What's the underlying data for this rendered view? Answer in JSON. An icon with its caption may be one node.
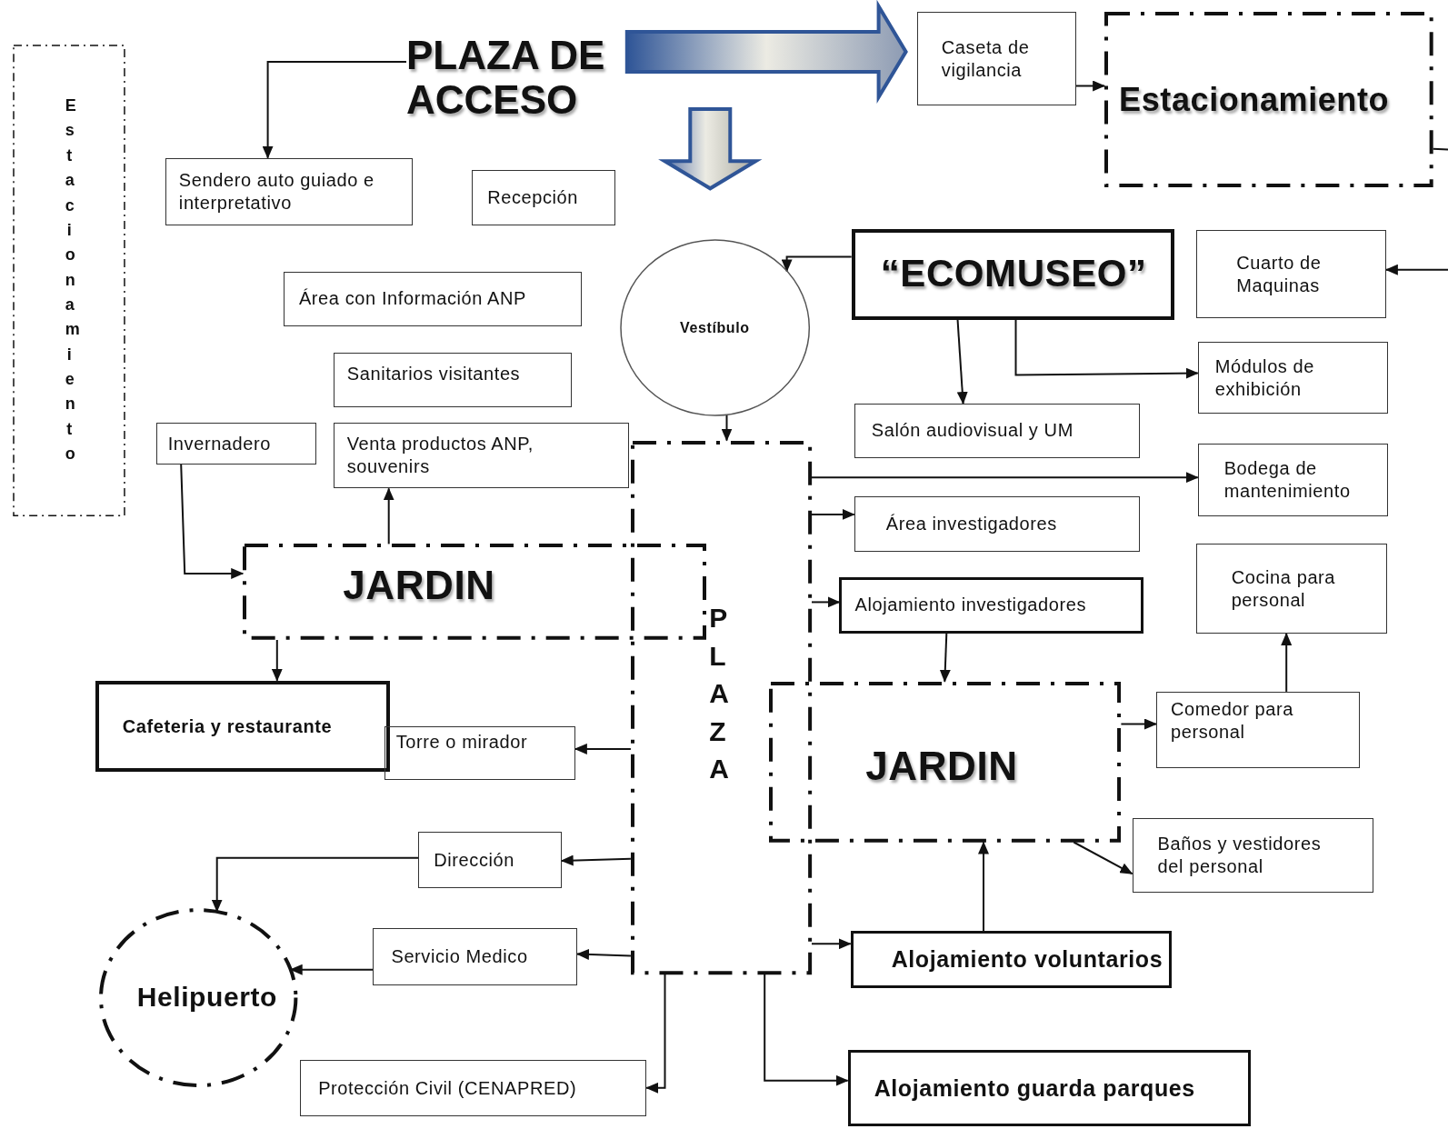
{
  "diagram": {
    "nodes": [
      {
        "text": [
          "Estacionamiento"
        ]
      },
      {
        "text": [
          "PLAZA DE ACCESO"
        ]
      },
      {
        "text": [
          "Sendero auto guiado e interpretativo"
        ]
      },
      {
        "text": [
          "Recepción"
        ]
      },
      {
        "text": [
          "Área con Información ANP"
        ]
      },
      {
        "text": [
          "Sanitarios visitantes"
        ]
      },
      {
        "text": [
          "Invernadero"
        ]
      },
      {
        "text": [
          "Venta productos ANP, souvenirs"
        ]
      },
      {
        "text": [
          "Vestíbulo"
        ]
      },
      {
        "text": [
          "Caseta de vigilancia"
        ]
      },
      {
        "text": [
          "Estacionamiento"
        ]
      },
      {
        "text": [
          "“ECOMUSEO”"
        ]
      },
      {
        "text": [
          "Cuarto de Maquinas"
        ]
      },
      {
        "text": [
          "Salón audiovisual y UM"
        ]
      },
      {
        "text": [
          "Módulos de exhibición"
        ]
      },
      {
        "text": [
          "PLAZA"
        ]
      },
      {
        "text": [
          "JARDIN"
        ]
      },
      {
        "text": [
          "Bodega de mantenimiento"
        ]
      },
      {
        "text": [
          "Área investigadores"
        ]
      },
      {
        "text": [
          "Alojamiento investigadores"
        ]
      },
      {
        "text": [
          "Cocina para personal"
        ]
      },
      {
        "text": [
          "Cafeteria y restaurante"
        ]
      },
      {
        "text": [
          "Torre o mirador"
        ]
      },
      {
        "text": [
          "JARDIN"
        ]
      },
      {
        "text": [
          "Comedor para personal"
        ]
      },
      {
        "text": [
          "Dirección"
        ]
      },
      {
        "text": [
          "Baños y vestidores del personal"
        ]
      },
      {
        "text": [
          "Helipuerto"
        ]
      },
      {
        "text": [
          "Servicio Medico"
        ]
      },
      {
        "text": [
          "Alojamiento voluntarios"
        ]
      },
      {
        "text": [
          "Protección Civil (CENAPRED)"
        ]
      },
      {
        "text": [
          "Alojamiento guarda parques"
        ]
      }
    ],
    "edges": [
      {
        "from": 1,
        "to": 2,
        "arrow": "to"
      },
      {
        "from": 1,
        "to": 9,
        "arrow": "to",
        "style": "thick",
        "color": "#2f5597"
      },
      {
        "from": 1,
        "to": 8,
        "arrow": "to",
        "style": "thick",
        "color": "#2f5597"
      },
      {
        "from": 9,
        "to": 10,
        "arrow": "to"
      },
      {
        "from": 10,
        "to": null,
        "arrow": "none"
      },
      {
        "from": null,
        "to": 12,
        "arrow": "to"
      },
      {
        "from": 11,
        "to": 8,
        "arrow": "to"
      },
      {
        "from": 11,
        "to": 13,
        "arrow": "to"
      },
      {
        "from": 11,
        "to": 14,
        "arrow": "to"
      },
      {
        "from": 8,
        "to": 15,
        "arrow": "to"
      },
      {
        "from": 16,
        "to": 7,
        "arrow": "to"
      },
      {
        "from": 6,
        "to": 16,
        "arrow": "to"
      },
      {
        "from": 16,
        "to": 21,
        "arrow": "to"
      },
      {
        "from": 15,
        "to": 22,
        "arrow": "to"
      },
      {
        "from": 15,
        "to": 25,
        "arrow": "to"
      },
      {
        "from": 25,
        "to": 27,
        "arrow": "to"
      },
      {
        "from": 15,
        "to": 28,
        "arrow": "to"
      },
      {
        "from": 28,
        "to": 27,
        "arrow": "to"
      },
      {
        "from": 15,
        "to": 30,
        "arrow": "to"
      },
      {
        "from": 15,
        "to": 17,
        "arrow": "to"
      },
      {
        "from": 15,
        "to": 18,
        "arrow": "to"
      },
      {
        "from": 15,
        "to": 19,
        "arrow": "to"
      },
      {
        "from": 19,
        "to": 23,
        "arrow": "to"
      },
      {
        "from": 23,
        "to": 24,
        "arrow": "to"
      },
      {
        "from": 24,
        "to": 20,
        "arrow": "to"
      },
      {
        "from": 23,
        "to": 26,
        "arrow": "to"
      },
      {
        "from": 29,
        "to": 23,
        "arrow": "to"
      },
      {
        "from": 15,
        "to": 29,
        "arrow": "to"
      },
      {
        "from": 15,
        "to": 31,
        "arrow": "to"
      }
    ]
  }
}
